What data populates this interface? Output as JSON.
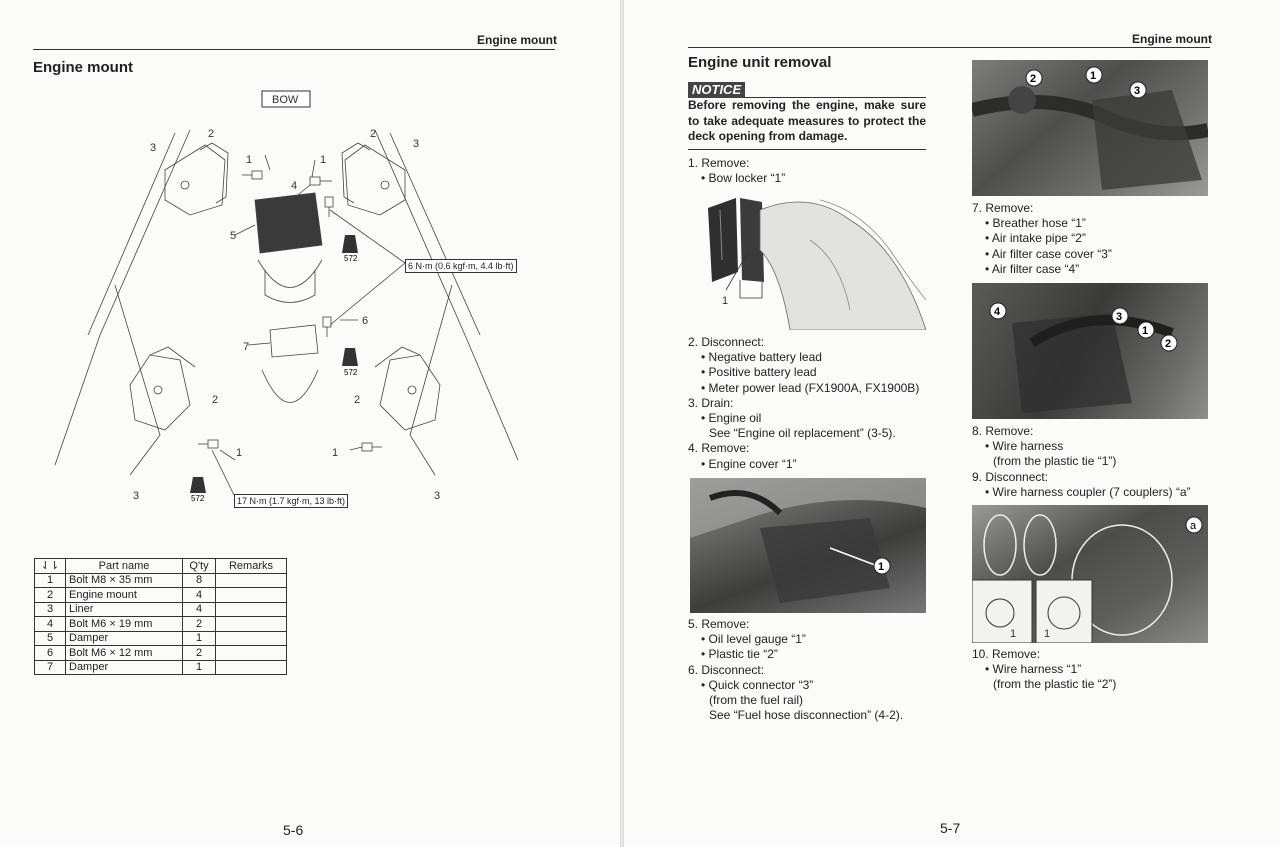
{
  "left": {
    "header": "Engine mount",
    "title": "Engine mount",
    "page_number": "5-6",
    "diagram": {
      "bow_label": "BOW",
      "torque_upper": "6 N·m (0.6 kgf·m, 4.4 lb·ft)",
      "torque_lower": "17 N·m (1.7 kgf·m, 13 lb·ft)",
      "loctite_code": "572",
      "labels": [
        "1",
        "2",
        "3",
        "4",
        "5",
        "6",
        "7"
      ]
    },
    "table": {
      "headers": [
        "⇃⇂",
        "Part name",
        "Q'ty",
        "Remarks"
      ],
      "rows": [
        [
          "1",
          "Bolt M8 × 35 mm",
          "8",
          ""
        ],
        [
          "2",
          "Engine mount",
          "4",
          ""
        ],
        [
          "3",
          "Liner",
          "4",
          ""
        ],
        [
          "4",
          "Bolt M6 × 19 mm",
          "2",
          ""
        ],
        [
          "5",
          "Damper",
          "1",
          ""
        ],
        [
          "6",
          "Bolt M6 × 12 mm",
          "2",
          ""
        ],
        [
          "7",
          "Damper",
          "1",
          ""
        ]
      ]
    }
  },
  "right": {
    "header": "Engine mount",
    "title": "Engine unit removal",
    "page_number": "5-7",
    "notice_badge": "NOTICE",
    "notice_text": "Before removing the engine, make sure to take adequate measures to protect the deck opening from damage.",
    "col1_a": [
      "1.  Remove:",
      "• Bow locker “1”"
    ],
    "col1_b": [
      "2.  Disconnect:",
      "• Negative battery lead",
      "• Positive battery lead",
      "• Meter power lead (FX1900A, FX1900B)",
      "3.  Drain:",
      "• Engine oil",
      "See “Engine oil replacement” (3-5).",
      "4.  Remove:",
      "• Engine cover “1”"
    ],
    "col1_c": [
      "5.  Remove:",
      "• Oil level gauge “1”",
      "• Plastic tie “2”",
      "6.  Disconnect:",
      "• Quick connector “3”",
      "(from the fuel rail)",
      "See “Fuel hose disconnection” (4-2)."
    ],
    "col2_a": [
      "7.  Remove:",
      "• Breather hose “1”",
      "• Air intake pipe “2”",
      "• Air filter case cover “3”",
      "• Air filter case “4”"
    ],
    "col2_b": [
      "8.  Remove:",
      "• Wire harness",
      "(from the plastic tie “1”)",
      "9.  Disconnect:",
      "• Wire harness coupler (7 couplers) “a”"
    ],
    "col2_c": [
      "10.  Remove:",
      "• Wire harness “1”",
      "(from the plastic tie “2”)"
    ],
    "photo_labels": {
      "bow_locker": "1",
      "engine_cover": "1",
      "top": [
        "1",
        "2",
        "3"
      ],
      "mid": [
        "1",
        "2",
        "3",
        "4"
      ],
      "bottom_a": "a",
      "bottom_insets": [
        "1",
        "1"
      ]
    }
  },
  "colors": {
    "rule": "#333333",
    "notice_bg": "#444444",
    "paper": "#fbfbfa"
  }
}
